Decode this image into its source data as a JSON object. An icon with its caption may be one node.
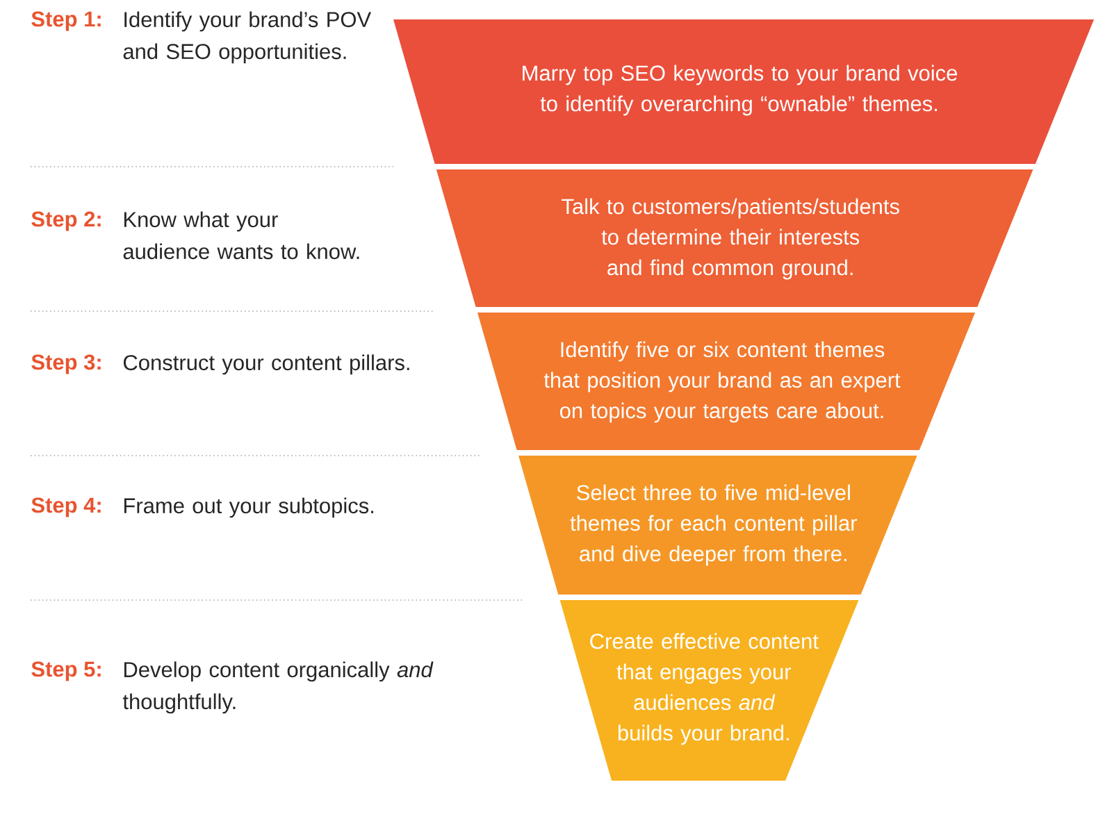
{
  "diagram": {
    "nodes": [
      {
        "text": [
          "Marry top SEO keywords to your brand voice to identify overarching “ownable” themes."
        ]
      },
      {
        "text": [
          "Talk to customers/patients/students to determine their interests and find common ground."
        ]
      },
      {
        "text": [
          "Identify five or six content themes that position your brand as an expert on topics your targets care about."
        ]
      },
      {
        "text": [
          "Select three to five mid-level themes for each content pillar and dive deeper from there."
        ]
      },
      {
        "text": [
          "Create effective content that engages your audiences *and* builds your brand."
        ]
      }
    ],
    "labels": [
      "Step 1:",
      "Identify your brand’s POV and SEO opportunities.",
      "Step 2:",
      "Know what your audience wants to know.",
      "Step 3:",
      "Construct your content pillars.",
      "Step 4:",
      "Frame out your subtopics.",
      "Step 5:",
      "Develop content organically *and* thoughtfully."
    ]
  }
}
